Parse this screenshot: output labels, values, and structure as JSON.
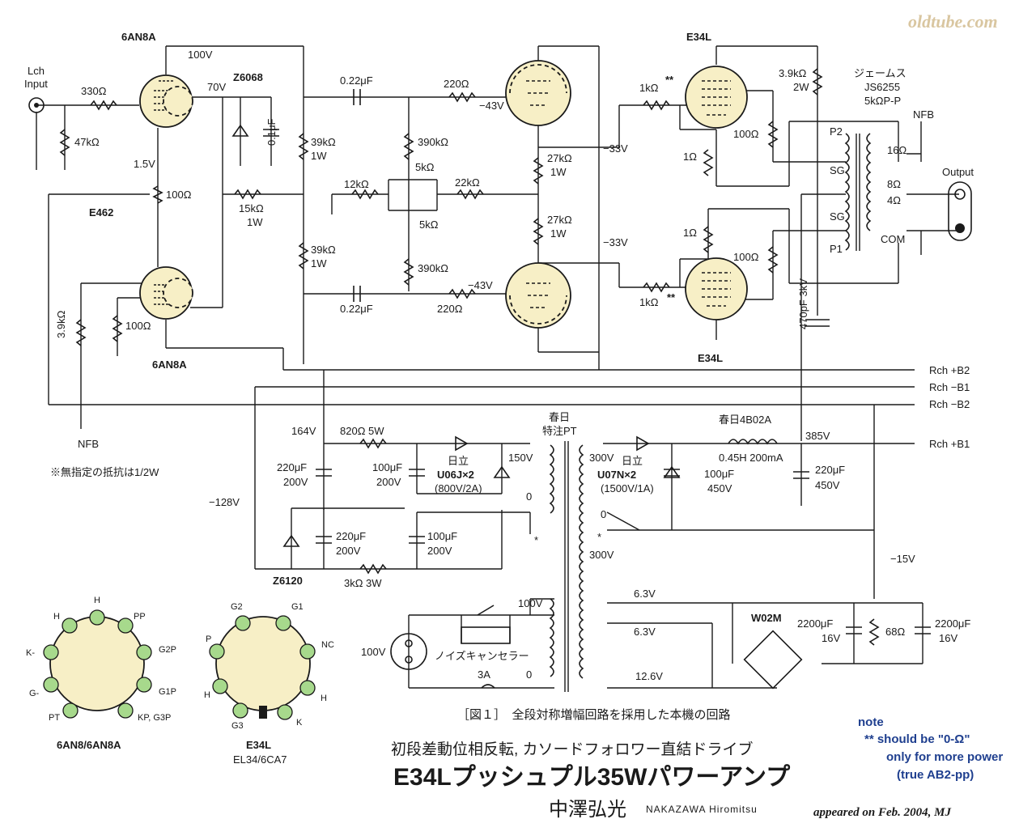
{
  "watermark": "oldtube.com",
  "tubes": {
    "v1_top": "6AN8A",
    "v1_bottom": "6AN8A",
    "out_top": "E34L",
    "out_bottom": "E34L"
  },
  "input": {
    "label1": "Lch",
    "label2": "Input"
  },
  "output_label": "Output",
  "transformer": {
    "brand": "ジェームス",
    "model": "JS6255",
    "imp": "5kΩP-P",
    "p1": "P1",
    "p2": "P2",
    "sg": "SG",
    "t16": "16Ω",
    "t8": "8Ω",
    "t4": "4Ω",
    "com": "COM"
  },
  "nfb": "NFB",
  "zener_top": "Z6068",
  "zener_bottom": "Z6120",
  "e462": "E462",
  "parts": {
    "r330": "330Ω",
    "r47k": "47kΩ",
    "v1_5": "1.5V",
    "r100_tail": "100Ω",
    "r3_9k": "3.9kΩ",
    "r100_k": "100Ω",
    "v100": "100V",
    "v70": "70V",
    "c01": "0.1μF",
    "r39k_1": "39kΩ",
    "w1_a": "1W",
    "r15k": "15kΩ",
    "w1_b": "1W",
    "r39k_2": "39kΩ",
    "w1_c": "1W",
    "c022_top": "0.22μF",
    "c022_bot": "0.22μF",
    "r220_top": "220Ω",
    "v43_top": "−43V",
    "r220_bot": "220Ω",
    "v43_bot": "−43V",
    "r390k_top": "390kΩ",
    "r390k_bot": "390kΩ",
    "r12k": "12kΩ",
    "p5k_top": "5kΩ",
    "p5k_bot": "5kΩ",
    "r22k": "22kΩ",
    "r27k_top": "27kΩ",
    "w1_d": "1W",
    "r27k_bot": "27kΩ",
    "w1_e": "1W",
    "v33_top": "−33V",
    "v33_bot": "−33V",
    "r1k_top": "1kΩ",
    "r1k_bot": "1kΩ",
    "star_top": "**",
    "star_bot": "**",
    "r1_top": "1Ω",
    "r1_bot": "1Ω",
    "r100_sg_top": "100Ω",
    "r100_sg_bot": "100Ω",
    "r3_9k_2w": "3.9kΩ",
    "w2": "2W",
    "c470p": "470pF 3kV"
  },
  "rails": [
    "Rch +B2",
    "Rch −B1",
    "Rch −B2",
    "Rch +B1"
  ],
  "supply": {
    "v164": "164V",
    "r820": "820Ω 5W",
    "c220_1": "220μF",
    "c220_1v": "200V",
    "c100_1": "100μF",
    "c100_1v": "200V",
    "diode1_brand": "日立",
    "diode1": "U06J×2",
    "diode1_spec": "(800V/2A)",
    "v150": "150V",
    "v0_a": "0",
    "star": "*",
    "v128": "−128V",
    "c220_2": "220μF",
    "c220_2v": "200V",
    "c100_2": "100μF",
    "c100_2v": "200V",
    "r3k": "3kΩ 3W",
    "pt_brand": "春日",
    "pt_label": "特注PT",
    "v300_top": "300V",
    "v0_b": "0",
    "v300_bot": "300V",
    "diode2_brand": "日立",
    "diode2": "U07N×2",
    "diode2_spec": "(1500V/1A)",
    "c100_3": "100μF",
    "c100_3v": "450V",
    "choke_brand": "春日4B02A",
    "choke_spec": "0.45H 200mA",
    "v385": "385V",
    "c220_3": "220μF",
    "c220_3v": "450V",
    "h63a": "6.3V",
    "h63b": "6.3V",
    "h126": "12.6V",
    "v15": "−15V",
    "bridge": "W02M",
    "c2200_1": "2200μF",
    "c2200_1v": "16V",
    "r68": "68Ω",
    "c2200_2": "2200μF",
    "c2200_2v": "16V",
    "mains": "100V",
    "noise": "ノイズキャンセラー",
    "v100_tap": "100V",
    "fuse": "3A",
    "v0_c": "0"
  },
  "resistor_note": "※無指定の抵抗は1/2W",
  "pinout1": {
    "title": "6AN8/6AN8A",
    "pins": [
      "PT",
      "G-",
      "K-",
      "H",
      "H",
      "PP",
      "G2P",
      "G1P",
      "KP, G3P"
    ]
  },
  "pinout2": {
    "title1": "E34L",
    "title2": "EL34/6CA7",
    "pins": [
      "G3",
      "H",
      "P",
      "G2",
      "G1",
      "NC",
      "H",
      "K"
    ]
  },
  "figure_caption": "［図１］　全段対称増幅回路を採用した本機の回路",
  "subtitle": "初段差動位相反転, カソードフォロワー直結ドライブ",
  "title": "E34Lプッシュプル35Wパワーアンプ",
  "author_jp": "中澤弘光",
  "author_en": "NAKAZAWA Hiromitsu",
  "credit": "appeared on  Feb. 2004, MJ",
  "note": {
    "l1": "note",
    "l2": "** should be \"0-Ω\"",
    "l3": "only for more power",
    "l4": "(true AB2-pp)"
  }
}
